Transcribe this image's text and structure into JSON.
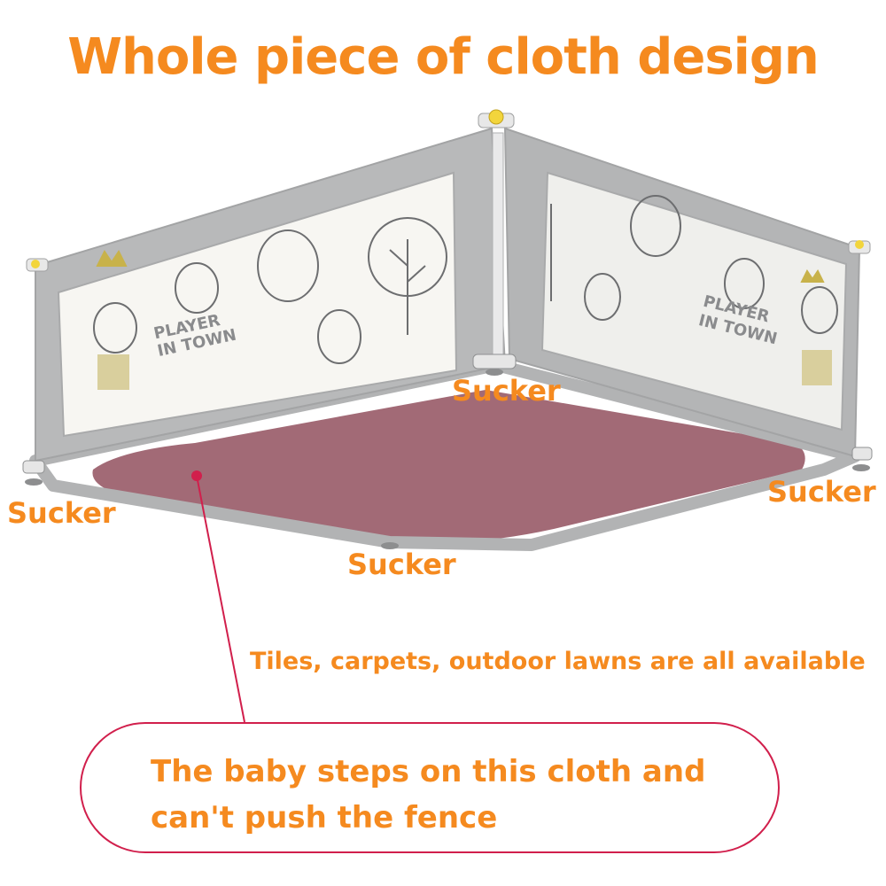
{
  "title": "Whole piece of cloth design",
  "labels": {
    "sucker_center": "Sucker",
    "sucker_left": "Sucker",
    "sucker_right": "Sucker",
    "sucker_front": "Sucker"
  },
  "floor_note": "Tiles, carpets, outdoor lawns are all available",
  "callout": "The baby steps on this cloth and can't push the fence",
  "panel_print": {
    "left_panel_lines": [
      "PLAYER",
      "IN TOWN"
    ],
    "right_panel_lines": [
      "PLAYER",
      "IN TOWN"
    ]
  },
  "colors": {
    "text_orange": "#f58a1f",
    "fence_gray": "#b9babb",
    "floor_cloth": "#a26a76",
    "callout_red": "#d11f4c"
  }
}
